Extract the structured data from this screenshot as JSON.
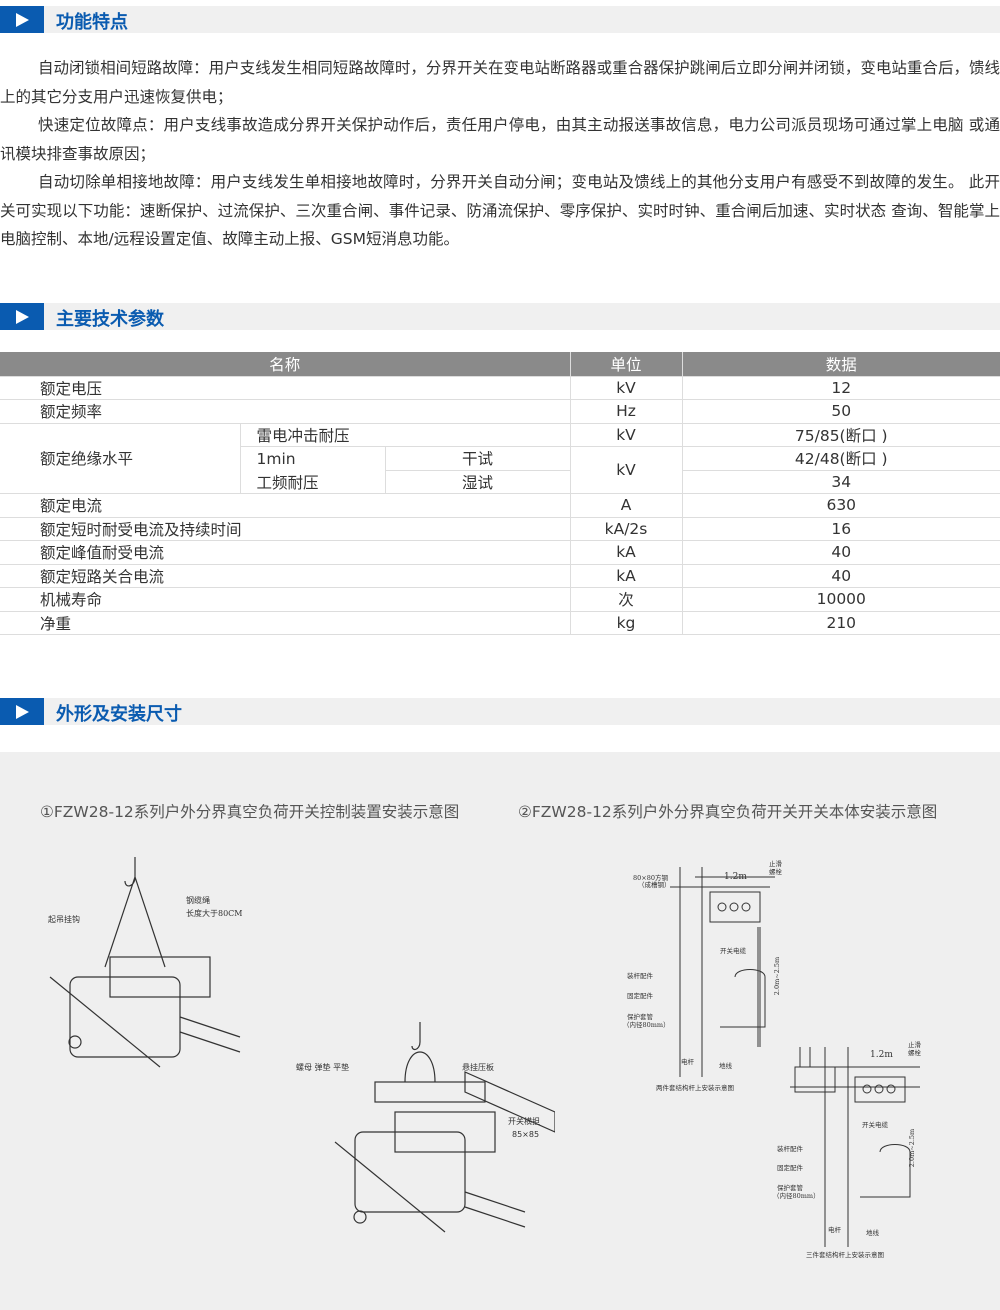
{
  "sections": {
    "features": "功能特点",
    "params": "主要技术参数",
    "dims": "外形及安装尺寸"
  },
  "features": [
    "自动闭锁相间短路故障：用户支线发生相同短路故障时，分界开关在变电站断路器或重合器保护跳闸后立即分闸并闭锁，变电站重合后，馈线上的其它分支用户迅速恢复供电；",
    "快速定位故障点：用户支线事故造成分界开关保护动作后，责任用户停电，由其主动报送事故信息，电力公司派员现场可通过掌上电脑 或通讯模块排查事故原因；",
    "自动切除单相接地故障：用户支线发生单相接地故障时，分界开关自动分闸；变电站及馈线上的其他分支用户有感受不到故障的发生。 此开关可实现以下功能：速断保护、过流保护、三次重合闸、事件记录、防涌流保护、零序保护、实时时钟、重合闸后加速、实时状态 查询、智能掌上电脑控制、本地/远程设置定值、故障主动上报、GSM短消息功能。"
  ],
  "table": {
    "headers": [
      "名称",
      "单位",
      "数据"
    ],
    "rows": [
      {
        "name": "额定电压",
        "unit": "kV",
        "value": "12"
      },
      {
        "name": "额定频率",
        "unit": "Hz",
        "value": "50"
      }
    ],
    "insulation": {
      "name": "额定绝缘水平",
      "lightning": "雷电冲击耐压",
      "lightning_unit": "kV",
      "lightning_value": "75/85(断口 )",
      "pf1": "1min",
      "pf2": "工频耐压",
      "dry": "干试",
      "wet": "湿试",
      "pf_unit": "kV",
      "dry_value": "42/48(断口 )",
      "wet_value": "34"
    },
    "rows2": [
      {
        "name": "额定电流",
        "unit": "A",
        "value": "630"
      },
      {
        "name": "额定短时耐受电流及持续时间",
        "unit": "kA/2s",
        "value": "16"
      },
      {
        "name": "额定峰值耐受电流",
        "unit": "kA",
        "value": "40"
      },
      {
        "name": "额定短路关合电流",
        "unit": "kA",
        "value": "40"
      },
      {
        "name": "机械寿命",
        "unit": "次",
        "value": "10000"
      },
      {
        "name": "净重",
        "unit": "kg",
        "value": "210"
      }
    ]
  },
  "diagrams": {
    "cap1": "①FZW28-12系列户外分界真空负荷开关控制装置安装示意图",
    "cap2": "②FZW28-12系列户外分界真空负荷开关开关本体安装示意图",
    "d1": {
      "hook": "起吊挂钩",
      "rope": "钢缆绳",
      "rope_len": "长度大于80CM",
      "nut": "螺母 弹垫 平垫",
      "plate": "悬挂压板",
      "beam": "开关横担",
      "beam_size": "85×85"
    },
    "d2": {
      "steel": "80×80方钢",
      "steel2": "（成槽钢）",
      "dist": "1.2m",
      "bolt": "止滑",
      "bolt2": "螺栓",
      "cable": "开关电缆",
      "pole_fit": "装杆配件",
      "fix": "固定配件",
      "sleeve": "保护套管",
      "sleeve2": "（内径80mm）",
      "height": "2.0m~2.5m",
      "pole": "电杆",
      "ground": "地线",
      "title": "两件套结构杆上安装示意图"
    },
    "d3": {
      "dist": "1.2m",
      "bolt": "止滑",
      "bolt2": "螺栓",
      "cable": "开关电缆",
      "pole_fit": "装杆配件",
      "fix": "固定配件",
      "sleeve": "保护套管",
      "sleeve2": "（内径80mm）",
      "height": "2.0m~2.5m",
      "pole": "电杆",
      "ground": "地线",
      "title": "三件套结构杆上安装示意图"
    }
  }
}
